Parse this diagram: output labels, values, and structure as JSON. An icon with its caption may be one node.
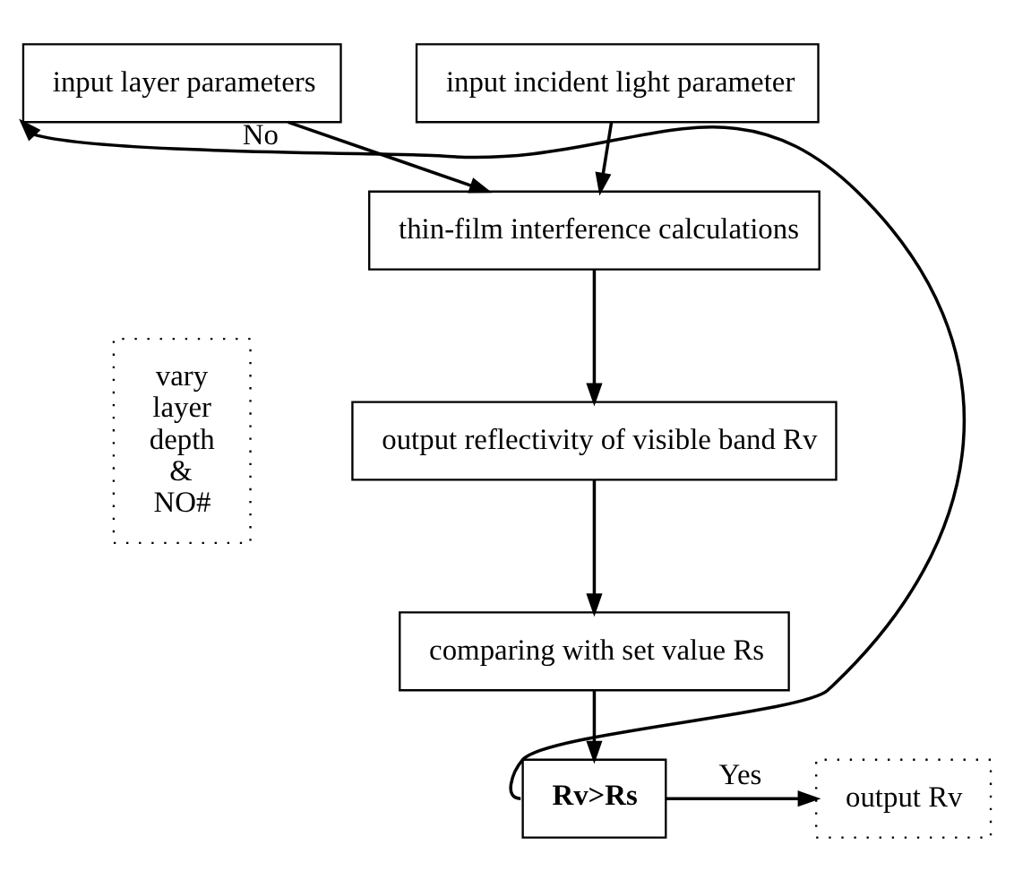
{
  "diagram": {
    "nodes": [
      {
        "text": [
          "input layer parameters"
        ]
      },
      {
        "text": [
          "input incident light parameter"
        ]
      },
      {
        "text": [
          "thin-film interference calculations"
        ]
      },
      {
        "text": [
          "output reflectivity of visible band Rv"
        ]
      },
      {
        "text": [
          "comparing with set value Rs"
        ]
      },
      {
        "text": [
          "Rv>Rs"
        ]
      },
      {
        "text": [
          "output Rv"
        ]
      },
      {
        "text": [
          "vary layer depth & NO#"
        ]
      }
    ],
    "edges": [
      {
        "from": 0,
        "to": 2,
        "arrow": "to"
      },
      {
        "from": 1,
        "to": 2,
        "arrow": "to"
      },
      {
        "from": 2,
        "to": 3,
        "arrow": "to"
      },
      {
        "from": 3,
        "to": 4,
        "arrow": "to"
      },
      {
        "from": 4,
        "to": 5,
        "arrow": "to"
      },
      {
        "from": 5,
        "to": 0,
        "arrow": "to",
        "label": "No"
      },
      {
        "from": 5,
        "to": 6,
        "arrow": "to",
        "label": "Yes"
      }
    ]
  }
}
